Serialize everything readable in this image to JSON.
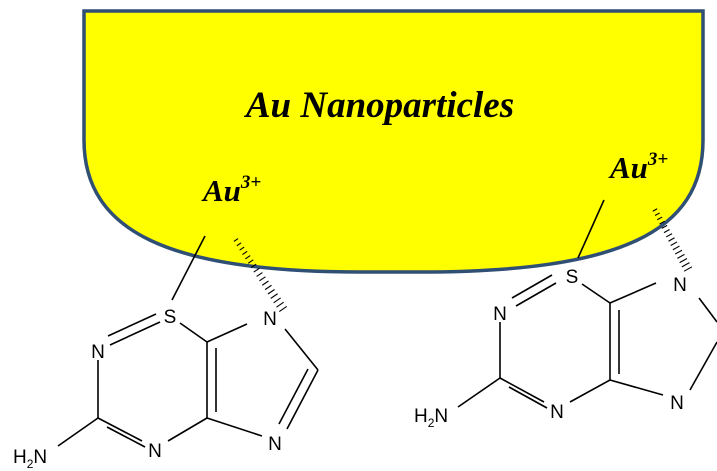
{
  "particle": {
    "title": "Au Nanoparticles",
    "fill_color": "#ffff00",
    "outline_color": "#2f4f75"
  },
  "ion_labels": {
    "left": {
      "base": "Au",
      "charge": "3+"
    },
    "right": {
      "base": "Au",
      "charge": "3+"
    }
  },
  "molecule_left": {
    "atoms": {
      "sulfur": "S",
      "n_top": "N",
      "n_ring": "N",
      "n_bottom": "N",
      "n_imid": "N",
      "amine_H": "H",
      "amine_sub": "2",
      "amine_N": "N"
    }
  },
  "molecule_right": {
    "atoms": {
      "sulfur": "S",
      "n_top": "N",
      "n_ring": "N",
      "n_bottom": "N",
      "n_imid": "N",
      "amine_H": "H",
      "amine_sub": "2",
      "amine_N": "N"
    }
  }
}
